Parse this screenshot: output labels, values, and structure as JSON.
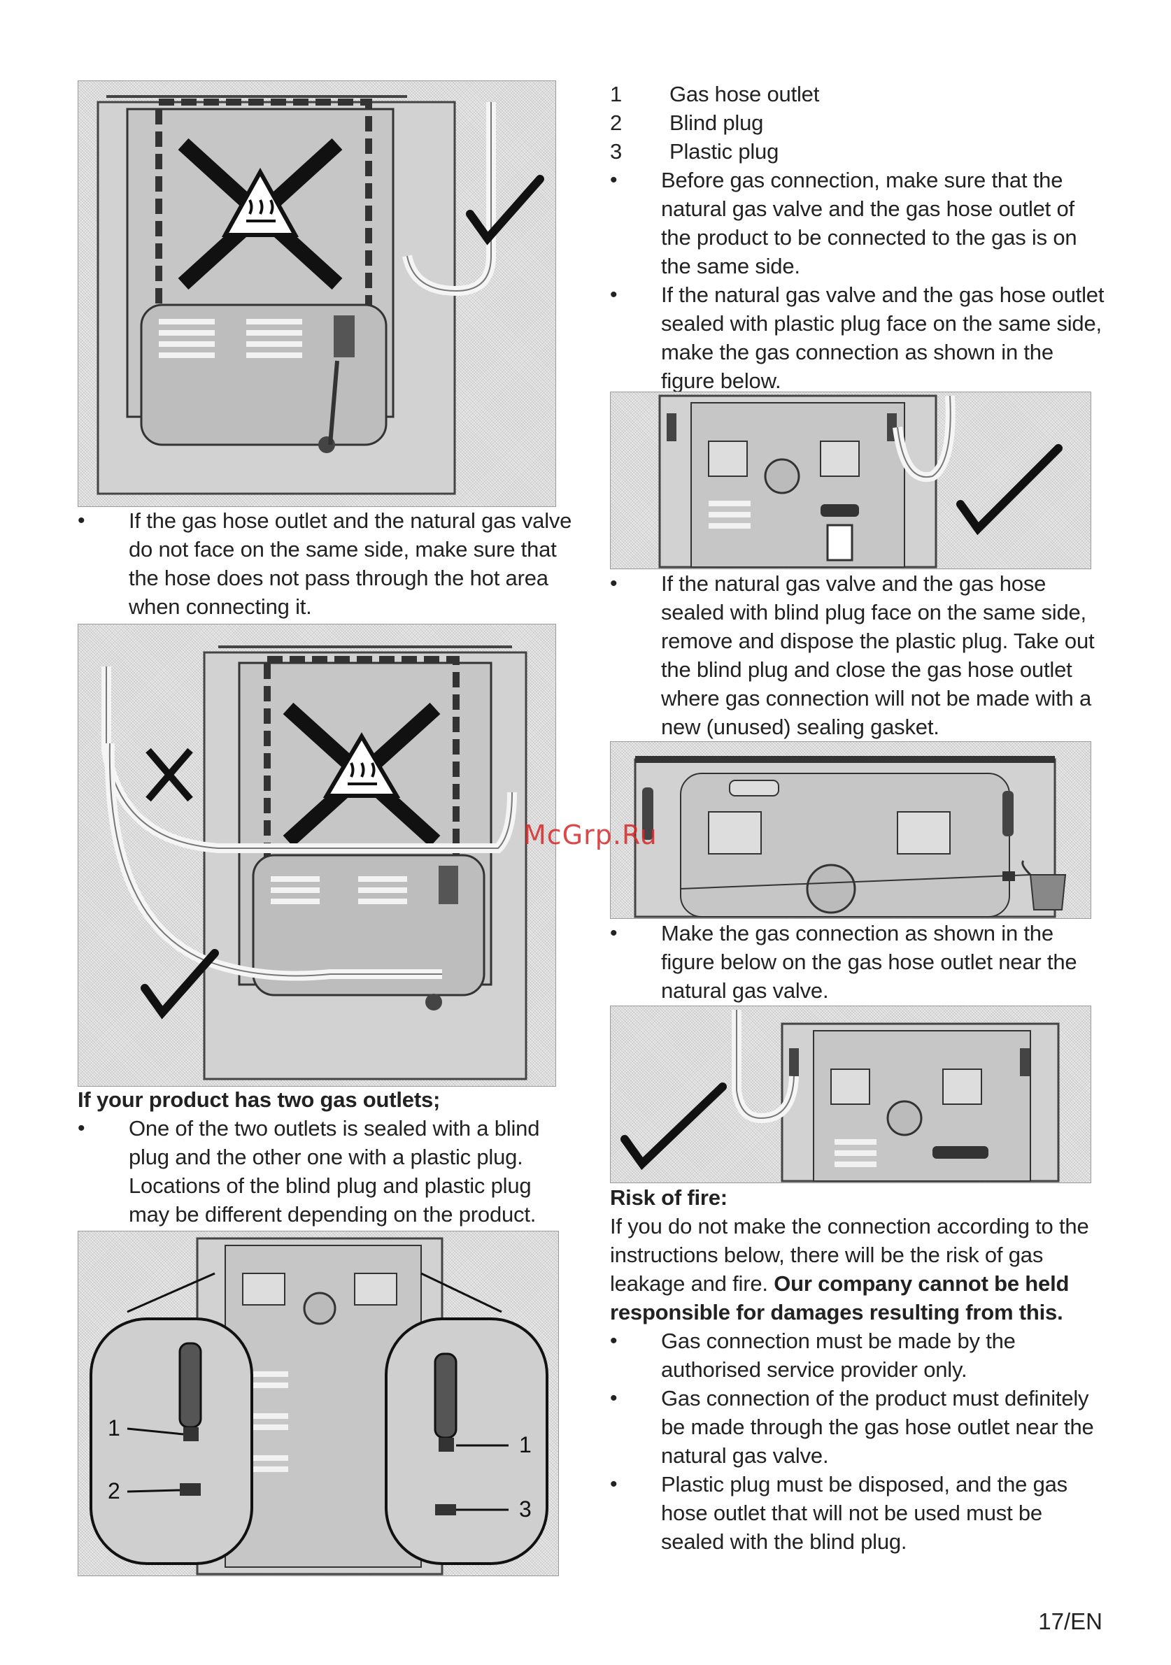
{
  "legend": [
    {
      "num": "1",
      "label": "Gas hose outlet"
    },
    {
      "num": "2",
      "label": "Blind plug"
    },
    {
      "num": "3",
      "label": "Plastic plug"
    }
  ],
  "left": {
    "bullet1": "If the gas hose outlet and the natural gas valve do not face on the same side, make sure that the hose does not pass through the hot area when connecting it.",
    "heading": "If your product has two gas outlets;",
    "bullet2": "One of the two outlets is sealed with a blind plug and the other one with a plastic plug. Locations of the blind plug and plastic plug may be different depending on the product."
  },
  "right": {
    "bullet1": "Before gas connection, make sure that the natural gas valve and the gas hose outlet of the product to be connected to the gas is on the same side.",
    "bullet2": "If the natural gas valve and the gas hose outlet sealed with plastic plug face on the same side, make the gas connection as shown in the figure below.",
    "bullet3": "If the natural gas valve and the gas hose sealed with blind plug face on the same side, remove and dispose the plastic plug. Take out the blind plug and close the gas hose outlet where gas connection will not be made with a new (unused) sealing gasket.",
    "bullet4": "Make the gas connection as shown in the figure below on the gas hose outlet near the natural gas valve.",
    "risk_heading": "Risk of fire:",
    "risk_text": "If you do not make the connection according to the instructions below, there will be the risk of gas leakage and fire.",
    "risk_bold": "Our company cannot be held responsible for damages resulting from this.",
    "bullet5": "Gas connection must be made by the authorised service provider only.",
    "bullet6": "Gas connection of the product must definitely be made through the gas hose outlet near the natural gas valve.",
    "bullet7": "Plastic plug must be disposed, and the gas hose outlet that will not be used must be sealed with the blind plug."
  },
  "callouts": {
    "left_1": "1",
    "left_2": "2",
    "right_1": "1",
    "right_3": "3"
  },
  "watermark": "McGrp.Ru",
  "page_number": "17/EN"
}
